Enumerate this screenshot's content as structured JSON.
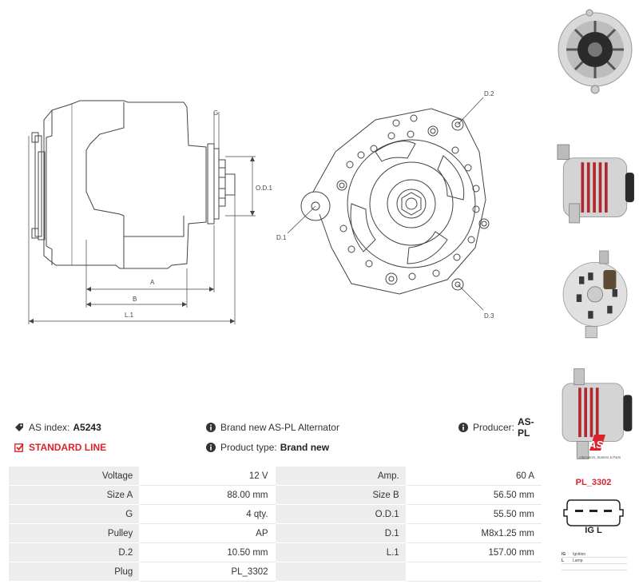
{
  "drawing": {
    "side_labels": {
      "g": "G",
      "od1": "O.D.1",
      "a": "A",
      "b": "B",
      "l1": "L.1"
    },
    "front_labels": {
      "d1": "D.1",
      "d2": "D.2",
      "d3": "D.3"
    }
  },
  "photos": [
    {
      "icon": "alternator-rear-photo"
    },
    {
      "icon": "alternator-side-photo"
    },
    {
      "icon": "alternator-connector-photo"
    },
    {
      "icon": "alternator-pulley-photo"
    }
  ],
  "info": {
    "as_index_label": "AS index:",
    "as_index_value": "A5243",
    "brand_label": "Brand new AS-PL Alternator",
    "producer_label": "Producer:",
    "producer_value": "AS-PL",
    "standard_line": "STANDARD LINE",
    "product_type_label": "Product type:",
    "product_type_value": "Brand new",
    "logo_text": "AS",
    "logo_subtitle": "Alternators, Starters & Parts"
  },
  "specs": [
    [
      "Voltage",
      "12 V",
      "Amp.",
      "60 A"
    ],
    [
      "Size A",
      "88.00 mm",
      "Size B",
      "56.50 mm"
    ],
    [
      "G",
      "4 qty.",
      "O.D.1",
      "55.50 mm"
    ],
    [
      "Pulley",
      "AP",
      "D.1",
      "M8x1.25 mm"
    ],
    [
      "D.2",
      "10.50 mm",
      "L.1",
      "157.00 mm"
    ],
    [
      "Plug",
      "PL_3302",
      "",
      ""
    ]
  ],
  "plug": {
    "title": "PL_3302",
    "pins": "IG  L",
    "legend": [
      {
        "code": "IG",
        "desc": "Ignition"
      },
      {
        "code": "L",
        "desc": "Lamp"
      }
    ]
  },
  "colors": {
    "accent": "#d9232d",
    "label_bg": "#ededed"
  }
}
